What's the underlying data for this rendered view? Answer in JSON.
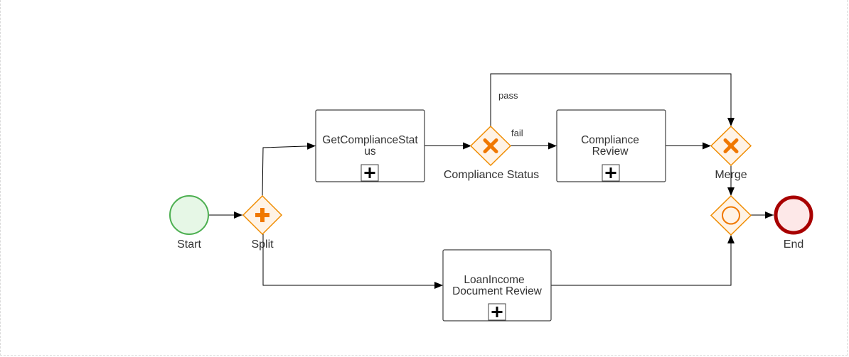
{
  "diagram": {
    "nodes": {
      "start": {
        "label": "Start",
        "type": "start-event",
        "fill": "#e6f7e6",
        "stroke": "#4caf50"
      },
      "split": {
        "label": "Split",
        "type": "parallel-gateway",
        "marker": "plus-icon",
        "color": "#f08c00"
      },
      "get_compliance": {
        "label_line1": "GetComplianceStat",
        "label_line2": "us",
        "type": "subprocess",
        "marker": "expand-plus-icon"
      },
      "compliance_status": {
        "label": "Compliance Status",
        "type": "exclusive-gateway",
        "marker": "x-icon",
        "color": "#f08c00"
      },
      "compliance_review": {
        "label_line1": "Compliance",
        "label_line2": "Review",
        "type": "subprocess",
        "marker": "expand-plus-icon"
      },
      "merge": {
        "label": "Merge",
        "type": "exclusive-gateway",
        "marker": "x-icon",
        "color": "#f08c00"
      },
      "join": {
        "label": "",
        "type": "inclusive-gateway",
        "marker": "circle-icon",
        "color": "#f08c00"
      },
      "end": {
        "label": "End",
        "type": "end-event",
        "fill": "#fde8e8",
        "stroke": "#a80000"
      },
      "loan_income": {
        "label_line1": "LoanIncome",
        "label_line2": "Document Review",
        "type": "subprocess",
        "marker": "expand-plus-icon"
      }
    },
    "flows": {
      "pass": {
        "label": "pass"
      },
      "fail": {
        "label": "fail"
      }
    }
  }
}
